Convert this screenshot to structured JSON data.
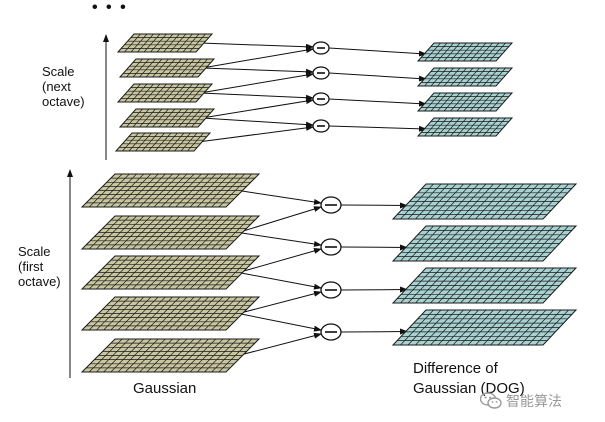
{
  "labels": {
    "continuation": "• • •",
    "scale_next_line1": "Scale",
    "scale_next_line2": "(next",
    "scale_next_line3": "octave)",
    "scale_first_line1": "Scale",
    "scale_first_line2": "(first",
    "scale_first_line3": "octave)",
    "gaussian": "Gaussian",
    "dog_line1": "Difference of",
    "dog_line2": "Gaussian (DOG)",
    "minus": "−",
    "watermark": "智能算法"
  },
  "octaves": [
    {
      "name": "next",
      "gaussian_levels": 5,
      "dog_levels": 4
    },
    {
      "name": "first",
      "gaussian_levels": 5,
      "dog_levels": 4
    }
  ],
  "colors": {
    "gaussian_cell": "#c9c7a0",
    "dog_cell": "#a8d2d2",
    "grid_line": "#1a1a1a",
    "watermark": "#9a9a9a"
  },
  "icons": {
    "subtract": "circle-minus-icon",
    "watermark": "wechat-logo-icon"
  }
}
